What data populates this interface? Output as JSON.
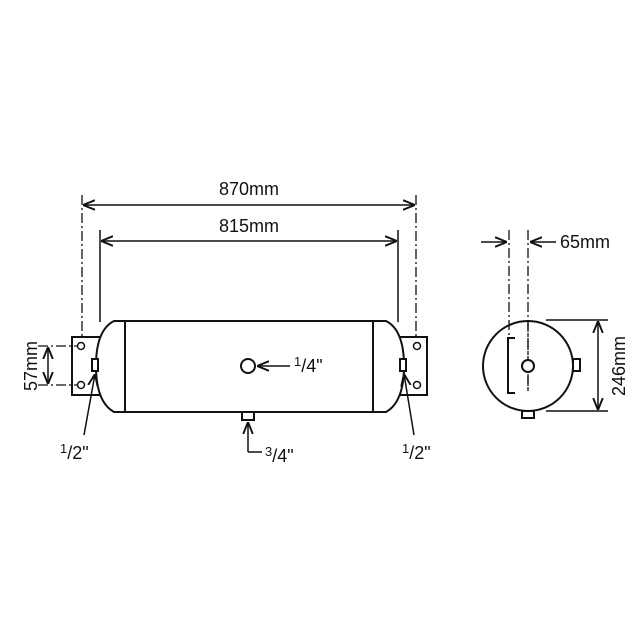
{
  "dimensions": {
    "overall_length": "870mm",
    "body_length": "815mm",
    "bracket_hole_spacing": "57mm",
    "bracket_offset": "65mm",
    "diameter": "246mm"
  },
  "ports": {
    "top_port": {
      "num": "1",
      "den": "4",
      "unit": "\""
    },
    "bottom_port": {
      "num": "3",
      "den": "4",
      "unit": "\""
    },
    "left_end_port": {
      "num": "1",
      "den": "2",
      "unit": "\""
    },
    "right_end_port": {
      "num": "1",
      "den": "2",
      "unit": "\""
    }
  },
  "colors": {
    "line": "#111111",
    "background": "#ffffff"
  }
}
